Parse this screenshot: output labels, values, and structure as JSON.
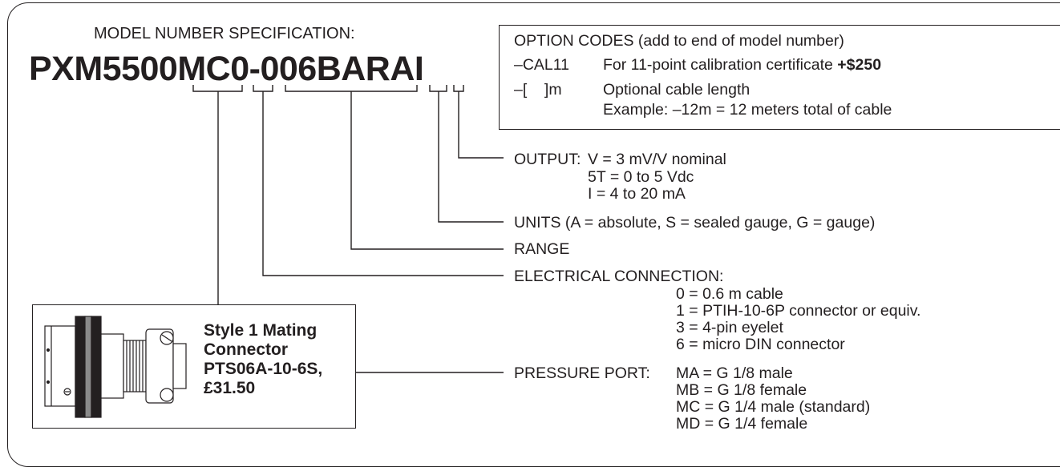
{
  "header": "MODEL NUMBER SPECIFICATION:",
  "model_number": "PXM5500MC0-006BARAI",
  "options": {
    "title": "OPTION CODES (add to end of model number)",
    "cal_code": "–CAL11",
    "cal_desc": "For 11-point calibration certificate ",
    "cal_price": "+$250",
    "len_code": "–[    ]m",
    "len_desc": "Optional cable length",
    "len_example": "Example: –12m = 12 meters total of cable"
  },
  "output": {
    "label": "OUTPUT: ",
    "v": "V = 3 mV/V nominal",
    "t5": "5T = 0 to 5 Vdc",
    "i": "I = 4 to 20 mA"
  },
  "units": "UNITS (A = absolute, S = sealed gauge, G = gauge)",
  "range": "RANGE",
  "electrical": {
    "label": "ELECTRICAL CONNECTION:",
    "o0": "0 = 0.6 m cable",
    "o1": "1 = PTIH-10-6P connector or equiv.",
    "o3": "3 = 4-pin eyelet",
    "o6": "6 = micro DIN connector"
  },
  "pressure": {
    "label": "PRESSURE PORT: ",
    "ma": "MA = G 1/8 male",
    "mb": "MB = G 1/8 female",
    "mc": "MC = G 1/4 male (standard)",
    "md": "MD = G 1/4 female"
  },
  "connector": {
    "line1": "Style 1 Mating",
    "line2": "Connector",
    "line3": "PTS06A-10-6S,",
    "line4": "£31.50"
  },
  "colors": {
    "ink": "#231f20",
    "connector_dark": "#231f20",
    "connector_gray": "#8a8a8a"
  }
}
